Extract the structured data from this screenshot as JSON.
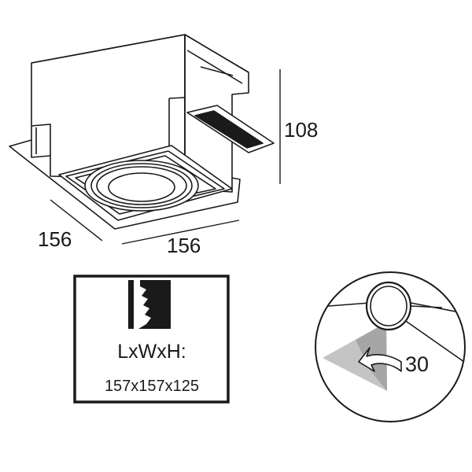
{
  "dimensions": {
    "depth": "156",
    "width": "156",
    "height": "108"
  },
  "cutout_box": {
    "label": "LxWxH:",
    "value": "157x157x125",
    "icon": "ceiling-cutout-icon"
  },
  "tilt_detail": {
    "angle": "30",
    "icon": "rotate-arrow-icon"
  },
  "colors": {
    "line": "#1a1a1a",
    "shade": "#bdbdbd"
  }
}
